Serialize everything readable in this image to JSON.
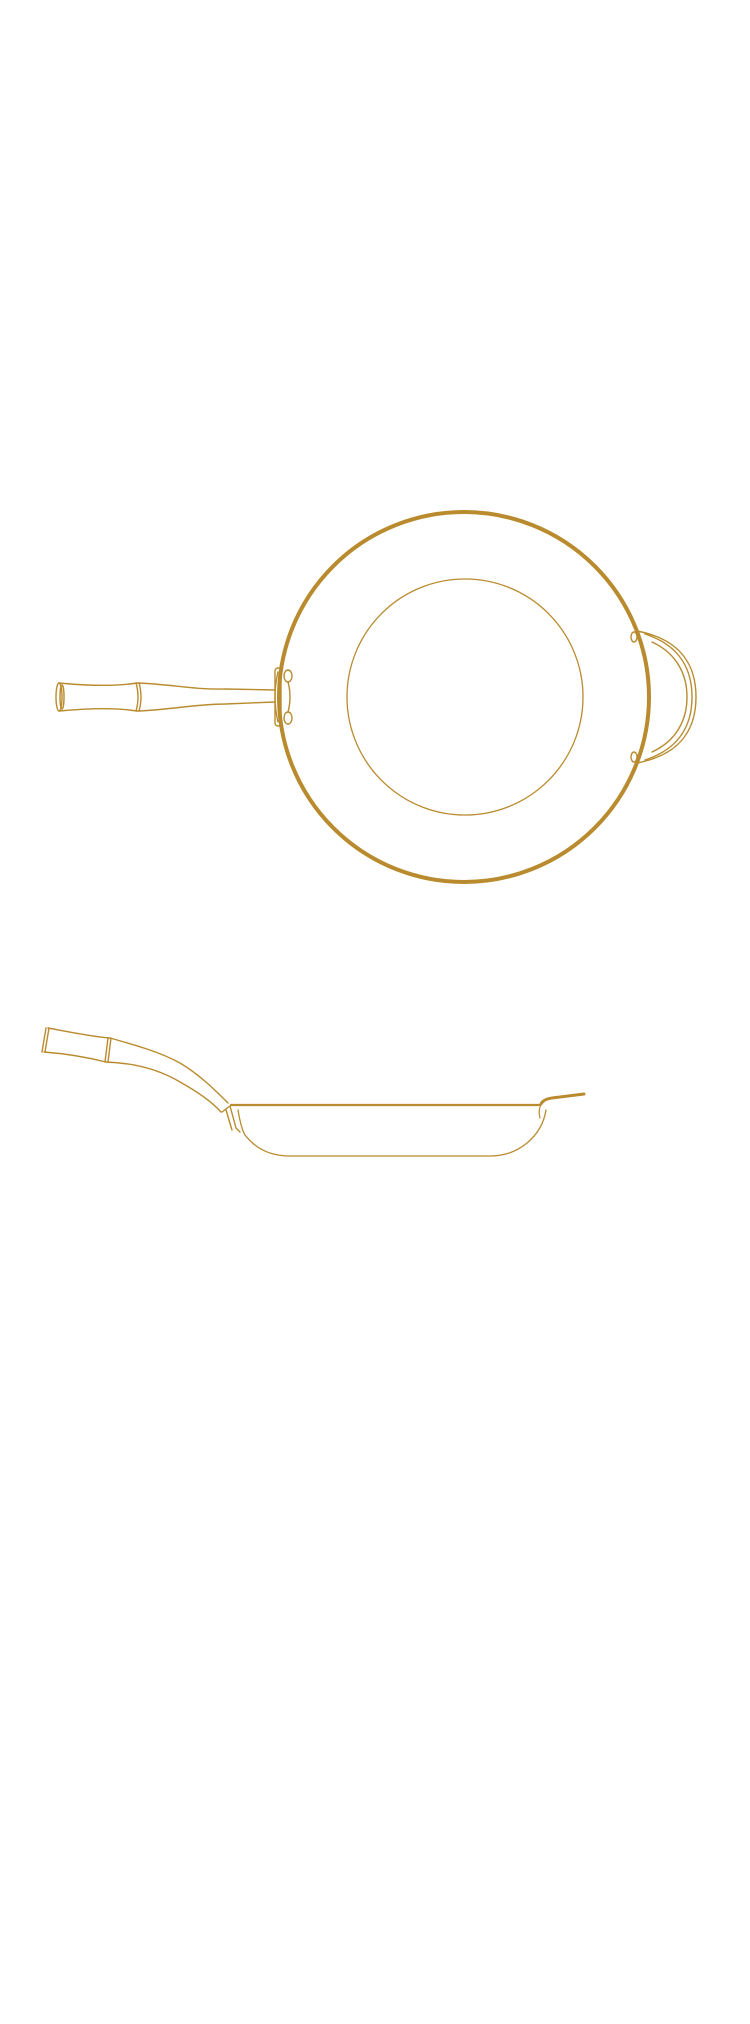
{
  "drawing": {
    "subject": "frying-pan",
    "views": [
      "top-view",
      "side-view"
    ],
    "colors": {
      "line": "#b98b2e",
      "background": "#ffffff"
    }
  }
}
